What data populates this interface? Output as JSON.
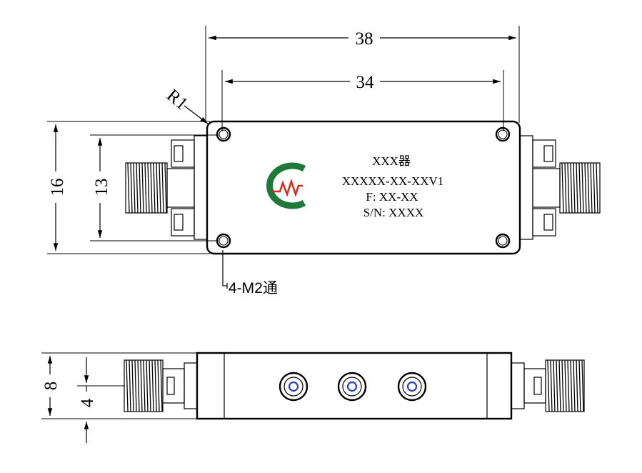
{
  "dimensions": {
    "overall_length": "38",
    "hole_spacing": "34",
    "corner_radius": "R1",
    "overall_height": "16",
    "hole_spacing_vertical": "13",
    "side_height": "8",
    "side_center": "4",
    "mounting_note": "4-M2通"
  },
  "label": {
    "line1": "XXX器",
    "line2": "XXXXX-XX-XXV1",
    "line3": "F: XX-XX",
    "line4": "S/N: XXXX"
  },
  "logo": {
    "outer_color": "#1f7a3a",
    "inner_color": "#d9261c",
    "icon": "company-logo-icon"
  },
  "colors": {
    "screw_ring": "#2b3fb8"
  }
}
